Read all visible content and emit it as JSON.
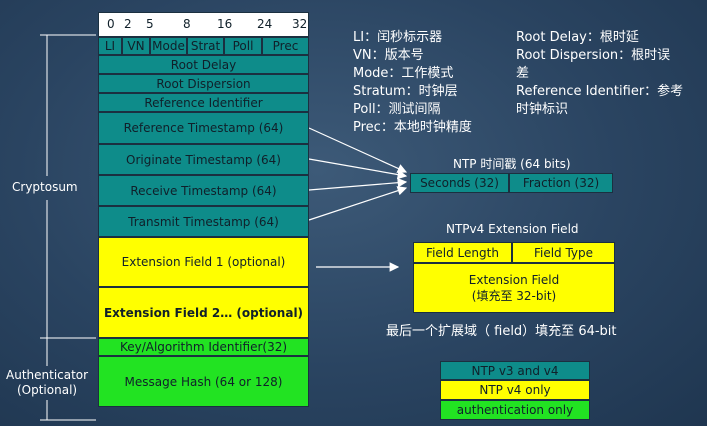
{
  "header": {
    "bits": [
      "0",
      "2",
      "5",
      "8",
      "16",
      "24",
      "32"
    ],
    "fields": [
      "LI",
      "VN",
      "Mode",
      "Strat",
      "Poll",
      "Prec"
    ]
  },
  "rows": {
    "root_delay": "Root Delay",
    "root_dispersion": "Root Dispersion",
    "reference_identifier": "Reference Identifier",
    "reference_timestamp": "Reference Timestamp (64)",
    "originate_timestamp": "Originate Timestamp (64)",
    "receive_timestamp": "Receive Timestamp (64)",
    "transmit_timestamp": "Transmit Timestamp (64)",
    "extension_field_1": "Extension Field 1 (optional)",
    "extension_field_2": "Extension Field 2… (optional)",
    "key_algorithm": "Key/Algorithm Identifier(32)",
    "message_hash": "Message Hash (64 or 128)"
  },
  "side_labels": {
    "cryptosum": "Cryptosum",
    "authenticator": "Authenticator\n(Optional)"
  },
  "legend_left": [
    "LI：闰秒标示器",
    "VN：版本号",
    "Mode：工作模式",
    "Stratum：时钟层",
    "Poll：测试间隔",
    "Prec：本地时钟精度"
  ],
  "legend_right": [
    "Root Delay：根时延",
    "Root Dispersion：根时误",
    "差",
    "Reference Identifier：参考",
    "时钟标识"
  ],
  "ntp_timestamp": {
    "title": "NTP 时间戳 (64 bits)",
    "seconds": "Seconds (32)",
    "fraction": "Fraction (32)"
  },
  "ext_field": {
    "title": "NTPv4 Extension Field",
    "field_length": "Field Length",
    "field_type": "Field Type",
    "body_line1": "Extension Field",
    "body_line2": "(填充至 32-bit)",
    "note": "最后一个扩展域（ field）填充至 64-bit"
  },
  "key_legend": {
    "v3v4": "NTP v3 and v4",
    "v4only": "NTP v4 only",
    "auth": "authentication  only"
  },
  "colors": {
    "teal": "#0e8c8a",
    "yellow": "#ffff00",
    "green": "#22e322",
    "background": "#2a4461"
  }
}
